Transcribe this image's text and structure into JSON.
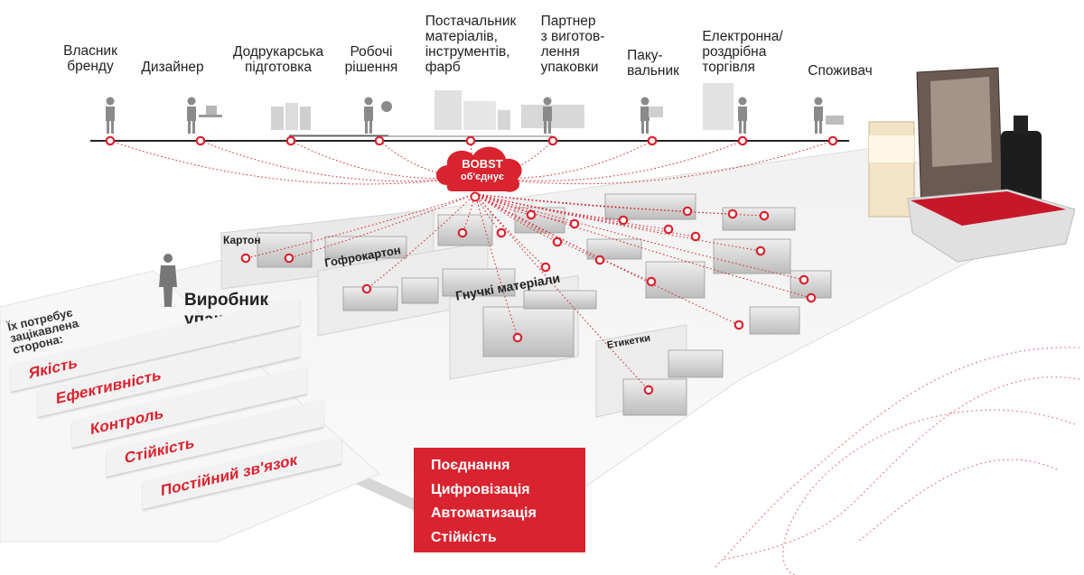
{
  "chain": [
    {
      "label": "Власник\nбренду",
      "icon": "person-icon"
    },
    {
      "label": "Дизайнер",
      "icon": "designer-desk-icon"
    },
    {
      "label": "Додрукарська\nпідготовка",
      "icon": "prepress-sheets-icon"
    },
    {
      "label": "Робочі\nрішення",
      "icon": "person-network-icon"
    },
    {
      "label": "Постачальник\nматеріалів,\nінструментів,\nфарб",
      "icon": "materials-stack-icon"
    },
    {
      "label": "Партнер\nз виготов-\nлення\nупаковки",
      "icon": "machine-icon"
    },
    {
      "label": "Паку-\nвальник",
      "icon": "packer-box-icon"
    },
    {
      "label": "Електронна/\nроздрібна\nторгівля",
      "icon": "retail-shelf-icon"
    },
    {
      "label": "Споживач",
      "icon": "shopper-cart-icon"
    }
  ],
  "cloud": {
    "brand": "BOBST",
    "text": "об'єднує"
  },
  "floor": {
    "carton": "Картон",
    "corrugated": "Гофрокартон",
    "flexible": "Гнучкі матеріали",
    "labels": "Етикетки"
  },
  "producer": "Виробник\nупаковки",
  "stakeholder": "Їх потребує\nзацікавлена\nсторона:",
  "needs": [
    "Якість",
    "Ефективність",
    "Контроль",
    "Стійкість",
    "Постійний зв'язок"
  ],
  "benefits": [
    "Поєднання",
    "Цифровізація",
    "Автоматизація",
    "Стійкість"
  ],
  "colors": {
    "accent": "#d9232e",
    "floor": "#f4f4f4",
    "machine": "#d7d7d7"
  }
}
